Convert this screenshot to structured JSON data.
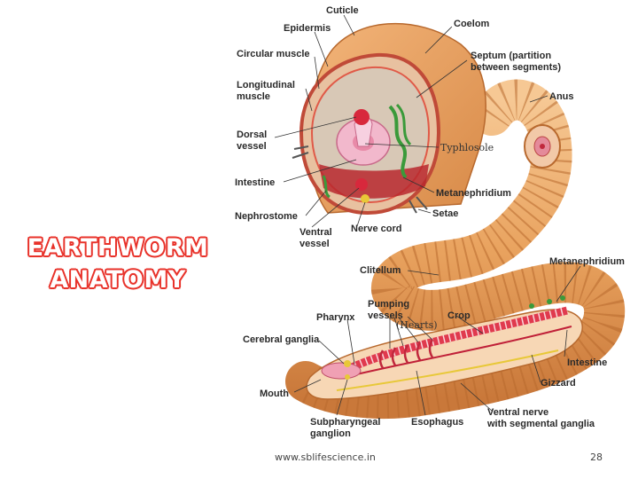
{
  "title": {
    "line1": "EARTHWORM",
    "line2": "ANATOMY"
  },
  "labels": {
    "cuticle": "Cuticle",
    "epidermis": "Epidermis",
    "coelom": "Coelom",
    "circular_muscle": "Circular muscle",
    "septum_1": "Septum (partition",
    "septum_2": "between segments)",
    "longitudinal_1": "Longitudinal",
    "longitudinal_2": "muscle",
    "anus": "Anus",
    "dorsal_1": "Dorsal",
    "dorsal_2": "vessel",
    "typhlosole": "Typhlosole",
    "intestine_section": "Intestine",
    "metanephridium_section": "Metanephridium",
    "nephrostome": "Nephrostome",
    "ventral_1": "Ventral",
    "ventral_2": "vessel",
    "nerve_cord": "Nerve cord",
    "setae": "Setae",
    "clitellum": "Clitellum",
    "metanephridium_body": "Metanephridium",
    "pumping_1": "Pumping",
    "pumping_2": "vessels",
    "hearts": "(Hearts)",
    "pharynx": "Pharynx",
    "crop": "Crop",
    "cerebral_ganglia": "Cerebral ganglia",
    "intestine_body": "Intestine",
    "mouth": "Mouth",
    "gizzard": "Gizzard",
    "subpharyngeal_1": "Subpharyngeal",
    "subpharyngeal_2": "ganglion",
    "esophagus": "Esophagus",
    "ventral_nerve_1": "Ventral nerve",
    "ventral_nerve_2": "with segmental ganglia"
  },
  "footer": {
    "website": "www.sblifescience.in",
    "page_number": "28"
  },
  "colors": {
    "title_outline": "#e8322a",
    "worm_body": "#e9a35f",
    "vessel_red": "#d8283c",
    "nephridium_green": "#3a9a3a"
  }
}
